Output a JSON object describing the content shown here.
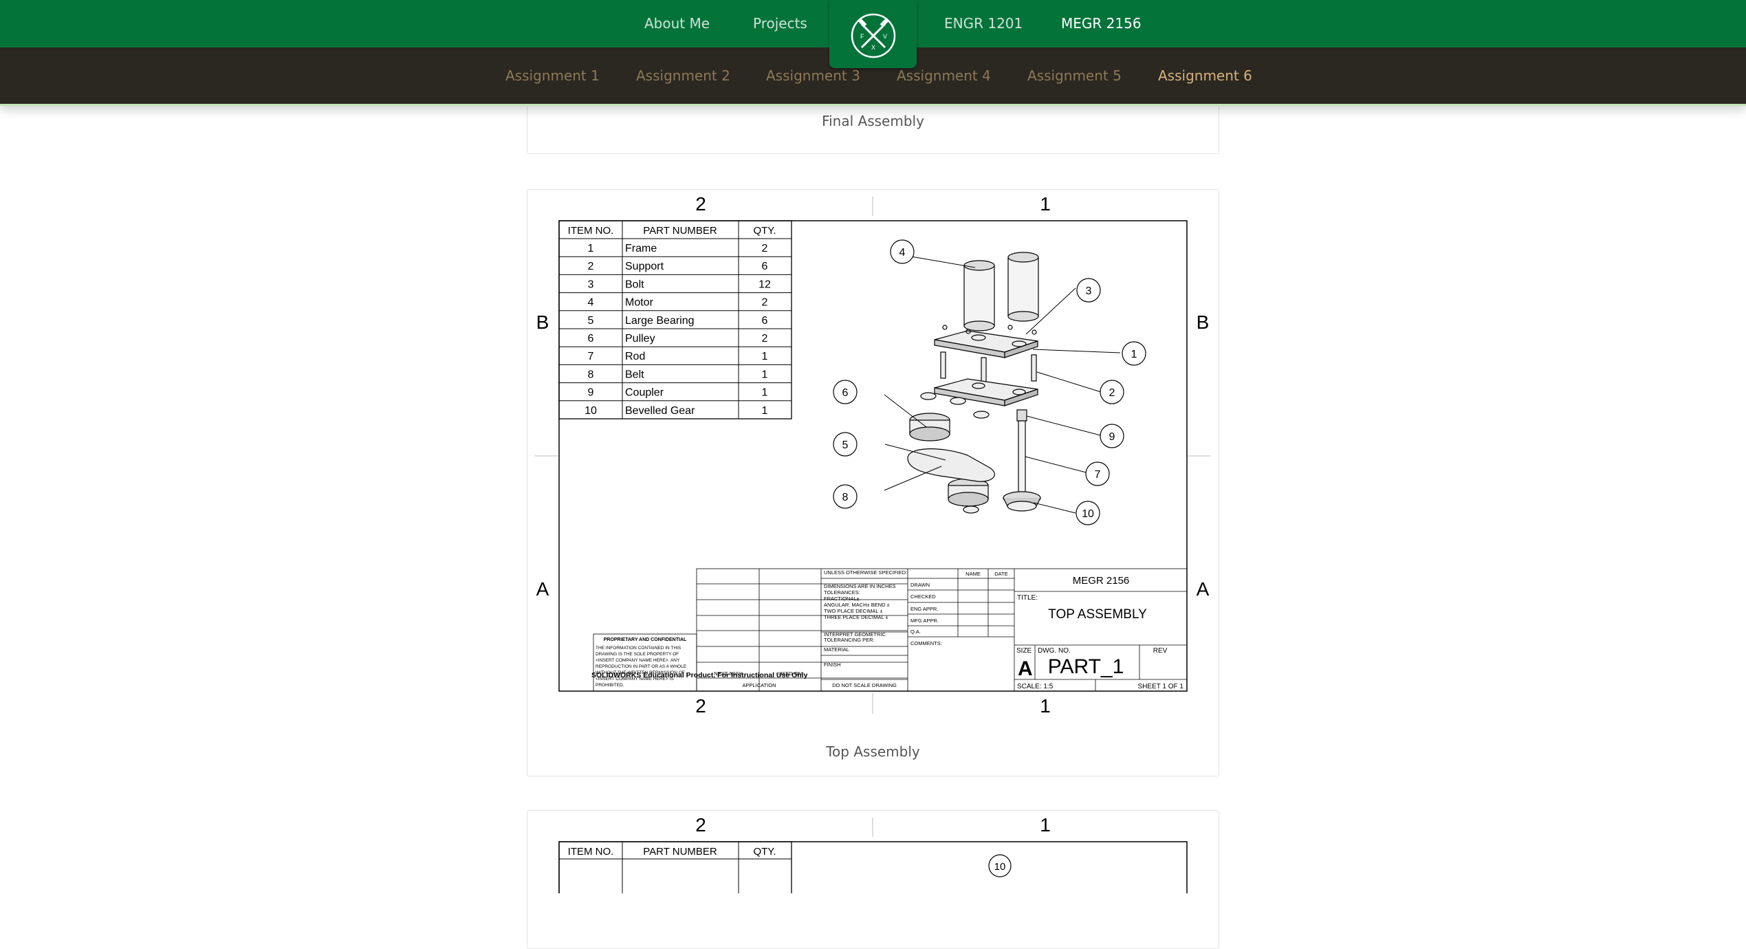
{
  "nav": {
    "items": [
      {
        "label": "About Me"
      },
      {
        "label": "Projects"
      },
      {
        "label": "ENGR 1201"
      },
      {
        "label": "MEGR 2156"
      }
    ],
    "logo_letters": [
      "F",
      "V",
      "X"
    ]
  },
  "subnav": {
    "items": [
      {
        "label": "Assignment 1"
      },
      {
        "label": "Assignment 2"
      },
      {
        "label": "Assignment 3"
      },
      {
        "label": "Assignment 4"
      },
      {
        "label": "Assignment 5"
      },
      {
        "label": "Assignment 6"
      }
    ]
  },
  "cards": [
    {
      "caption": "Final Assembly"
    },
    {
      "caption": "Top Assembly"
    }
  ],
  "drawing": {
    "zones": {
      "col_left": "2",
      "col_right": "1",
      "row_top": "B",
      "row_bottom": "A"
    },
    "bom": {
      "headers": [
        "ITEM NO.",
        "PART NUMBER",
        "QTY."
      ],
      "rows": [
        [
          "1",
          "Frame",
          "2"
        ],
        [
          "2",
          "Support",
          "6"
        ],
        [
          "3",
          "Bolt",
          "12"
        ],
        [
          "4",
          "Motor",
          "2"
        ],
        [
          "5",
          "Large Bearing",
          "6"
        ],
        [
          "6",
          "Pulley",
          "2"
        ],
        [
          "7",
          "Rod",
          "1"
        ],
        [
          "8",
          "Belt",
          "1"
        ],
        [
          "9",
          "Coupler",
          "1"
        ],
        [
          "10",
          "Bevelled Gear",
          "1"
        ]
      ]
    },
    "balloons": [
      "4",
      "3",
      "1",
      "2",
      "6",
      "9",
      "5",
      "7",
      "8",
      "10"
    ],
    "title_block": {
      "unless": "UNLESS OTHERWISE SPECIFIED:",
      "dims": "DIMENSIONS ARE IN INCHES",
      "tolerances": "TOLERANCES:",
      "fractional": "FRACTIONAL±",
      "angular": "ANGULAR: MACH±   BEND ±",
      "two_place": "TWO PLACE DECIMAL   ±",
      "three_place": "THREE PLACE DECIMAL   ±",
      "interpret": "INTERPRET GEOMETRIC",
      "tol_per": "TOLERANCING PER:",
      "material": "MATERIAL",
      "finish": "FINISH",
      "do_not_scale": "DO NOT SCALE DRAWING",
      "name": "NAME",
      "date": "DATE",
      "drawn": "DRAWN",
      "checked": "CHECKED",
      "eng_appr": "ENG APPR.",
      "mfg_appr": "MFG APPR.",
      "qa": "Q.A.",
      "comments": "COMMENTS:",
      "company": "MEGR 2156",
      "title_label": "TITLE:",
      "title": "TOP ASSEMBLY",
      "size_label": "SIZE",
      "size": "A",
      "dwg_label": "DWG.  NO.",
      "dwg_no": "PART_1",
      "rev_label": "REV",
      "scale": "SCALE: 1:5",
      "sheet": "SHEET 1 OF 1",
      "next_assy": "NEXT ASSY",
      "used_on": "USED ON",
      "application": "APPLICATION",
      "prop_title": "PROPRIETARY AND CONFIDENTIAL",
      "prop_lines": [
        "THE INFORMATION CONTAINED IN THIS",
        "DRAWING IS THE SOLE PROPERTY OF",
        "<INSERT COMPANY NAME HERE>. ANY",
        "REPRODUCTION IN PART OR AS A WHOLE",
        "WITHOUT THE WRITTEN PERMISSION OF",
        "<INSERT COMPANY NAME HERE> IS",
        "PROHIBITED."
      ],
      "edu": "SOLIDWORKS Educational Product. For Instructional Use Only"
    }
  },
  "next_drawing": {
    "zones": {
      "col_left": "2",
      "col_right": "1"
    },
    "headers": [
      "ITEM NO.",
      "PART NUMBER",
      "QTY."
    ],
    "balloon_partial": "10"
  }
}
